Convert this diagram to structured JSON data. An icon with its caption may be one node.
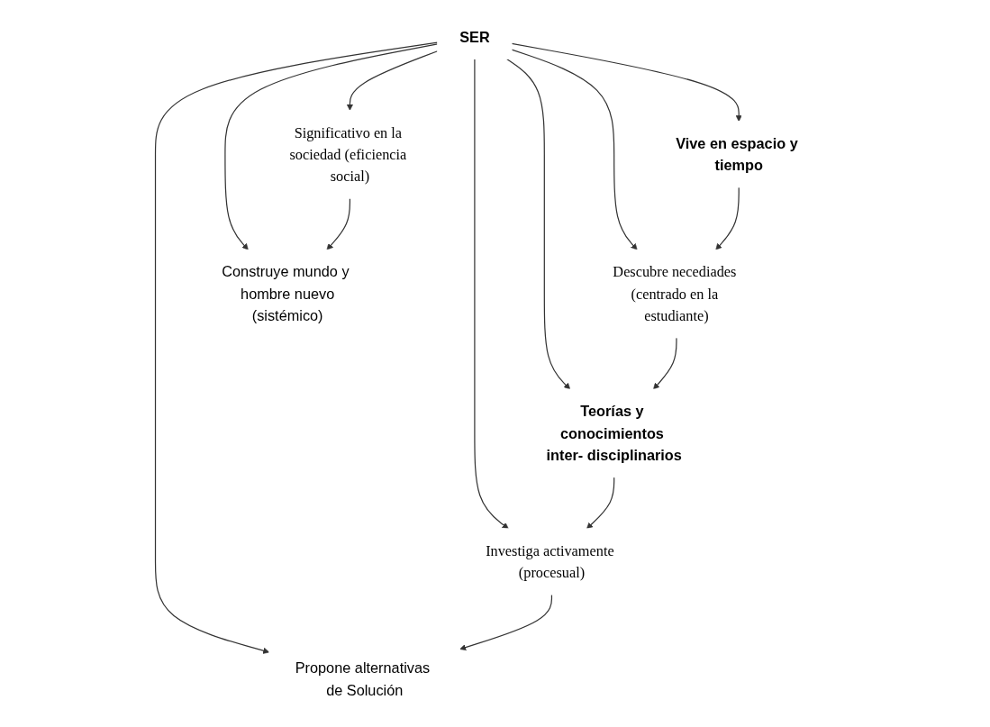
{
  "diagram": {
    "nodes": [
      {
        "text": [
          "SER"
        ]
      },
      {
        "text": [
          "Vive en espacio y tiempo"
        ]
      },
      {
        "text": [
          "Descubre necediades (centrado en la estudiante)"
        ]
      },
      {
        "text": [
          "Teorías y conocimientos inter- disciplinarios"
        ]
      },
      {
        "text": [
          "Investiga activamente (procesual)"
        ]
      },
      {
        "text": [
          "Propone alternativas de Solución"
        ]
      },
      {
        "text": [
          "Significativo en la sociedad (eficiencia social)"
        ]
      },
      {
        "text": [
          "Construye mundo y hombre nuevo",
          "(sistémico)"
        ]
      }
    ],
    "edges": [
      {
        "from": 0,
        "to": 1,
        "arrow": "to"
      },
      {
        "from": 0,
        "to": 2,
        "arrow": "to"
      },
      {
        "from": 0,
        "to": 3,
        "arrow": "to"
      },
      {
        "from": 0,
        "to": 4,
        "arrow": "to"
      },
      {
        "from": 0,
        "to": 5,
        "arrow": "to"
      },
      {
        "from": 0,
        "to": 6,
        "arrow": "to"
      },
      {
        "from": 0,
        "to": 7,
        "arrow": "to"
      },
      {
        "from": 1,
        "to": 2,
        "arrow": "to"
      },
      {
        "from": 2,
        "to": 3,
        "arrow": "to"
      },
      {
        "from": 3,
        "to": 4,
        "arrow": "to"
      },
      {
        "from": 4,
        "to": 5,
        "arrow": "to"
      },
      {
        "from": 6,
        "to": 7,
        "arrow": "to"
      }
    ]
  }
}
